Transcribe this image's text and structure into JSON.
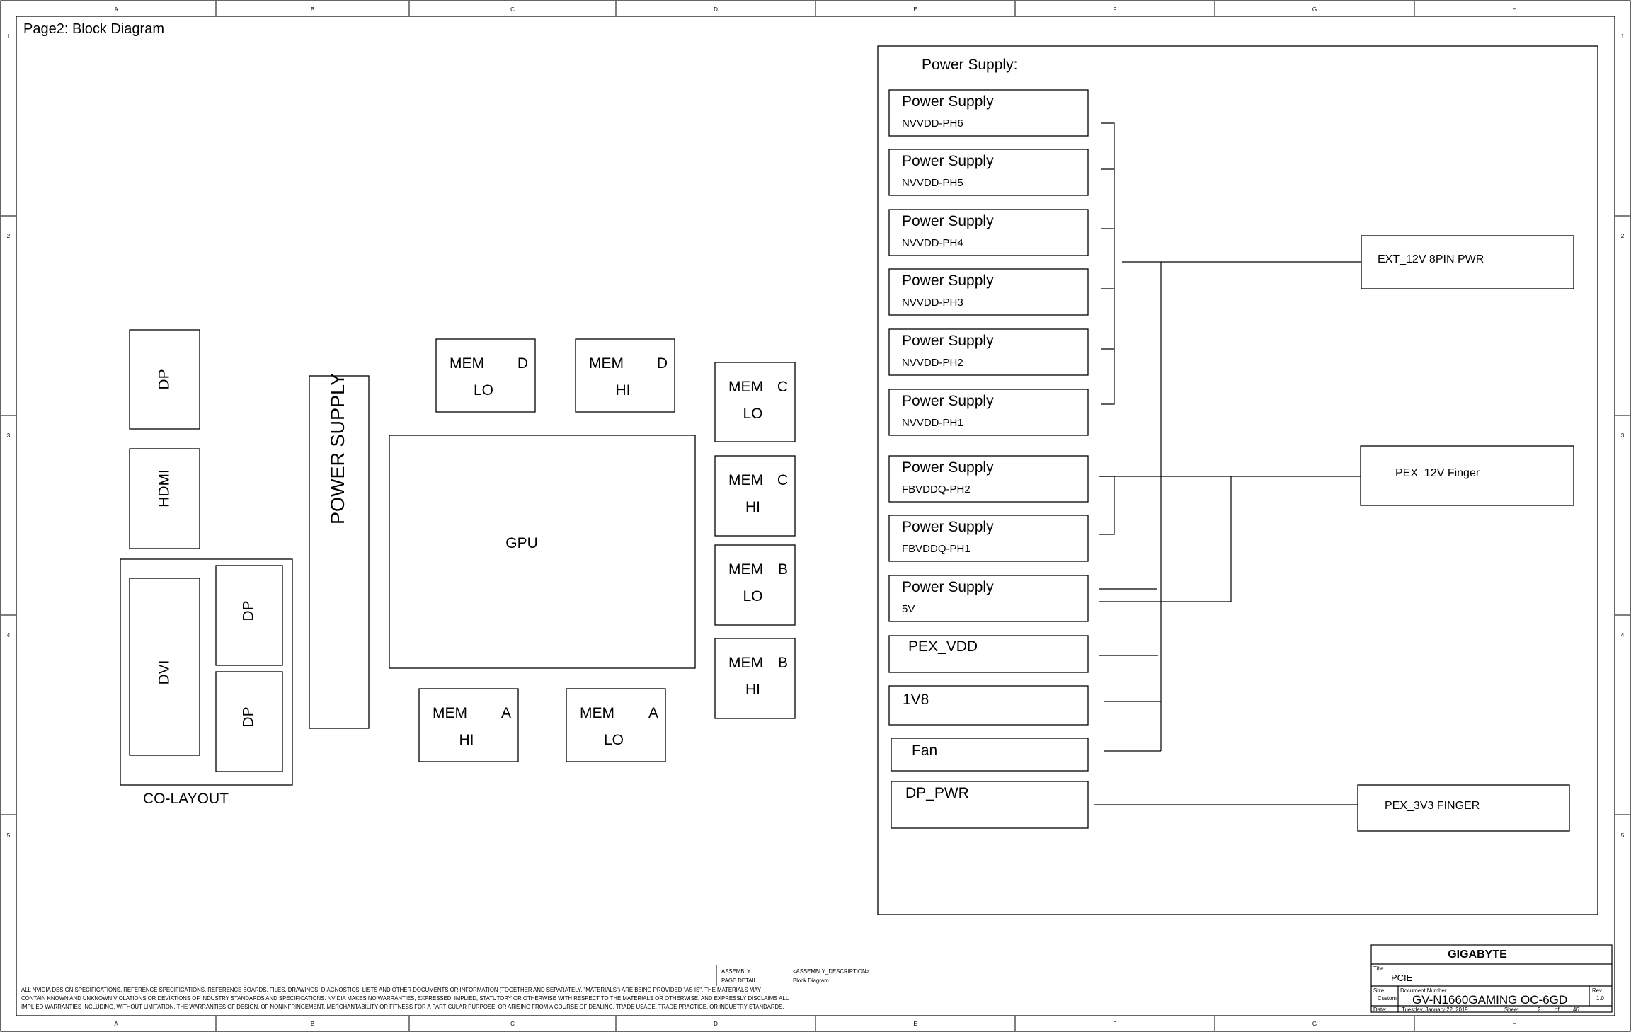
{
  "page_title": "Page2: Block Diagram",
  "border": {
    "cols": [
      "A",
      "B",
      "C",
      "D",
      "E",
      "F",
      "G",
      "H"
    ],
    "rows": [
      "1",
      "2",
      "3",
      "4",
      "5"
    ]
  },
  "outputs": {
    "dp_top": "DP",
    "hdmi": "HDMI",
    "dvi": "DVI",
    "dp_mid": "DP",
    "dp_bottom": "DP",
    "co_layout": "CO-LAYOUT"
  },
  "power_supply_vertical": "POWER SUPPLY",
  "gpu": "GPU",
  "memory": [
    {
      "id": "mem-d-lo",
      "mem": "MEM",
      "ch": "D",
      "pos": "LO"
    },
    {
      "id": "mem-d-hi",
      "mem": "MEM",
      "ch": "D",
      "pos": "HI"
    },
    {
      "id": "mem-c-lo",
      "mem": "MEM",
      "ch": "C",
      "pos": "LO"
    },
    {
      "id": "mem-c-hi",
      "mem": "MEM",
      "ch": "C",
      "pos": "HI"
    },
    {
      "id": "mem-b-lo",
      "mem": "MEM",
      "ch": "B",
      "pos": "LO"
    },
    {
      "id": "mem-b-hi",
      "mem": "MEM",
      "ch": "B",
      "pos": "HI"
    },
    {
      "id": "mem-a-hi",
      "mem": "MEM",
      "ch": "A",
      "pos": "HI"
    },
    {
      "id": "mem-a-lo",
      "mem": "MEM",
      "ch": "A",
      "pos": "LO"
    }
  ],
  "power_panel": {
    "title": "Power Supply:",
    "supplies": [
      {
        "title": "Power Supply",
        "sub": "NVVDD-PH6"
      },
      {
        "title": "Power Supply",
        "sub": "NVVDD-PH5"
      },
      {
        "title": "Power Supply",
        "sub": "NVVDD-PH4"
      },
      {
        "title": "Power Supply",
        "sub": "NVVDD-PH3"
      },
      {
        "title": "Power Supply",
        "sub": "NVVDD-PH2"
      },
      {
        "title": "Power Supply",
        "sub": "NVVDD-PH1"
      },
      {
        "title": "Power Supply",
        "sub": "FBVDDQ-PH2"
      },
      {
        "title": "Power Supply",
        "sub": "FBVDDQ-PH1"
      },
      {
        "title": "Power Supply",
        "sub": "5V"
      }
    ],
    "pex_vdd": "PEX_VDD",
    "v1v8": "1V8",
    "fan": "Fan",
    "dp_pwr": "DP_PWR",
    "ext_12v": "EXT_12V 8PIN PWR",
    "pex_12v": "PEX_12V Finger",
    "pex_3v3": "PEX_3V3 FINGER"
  },
  "footer": {
    "disclaimer": [
      "ALL NVIDIA DESIGN SPECIFICATIONS, REFERENCE SPECIFICATIONS, REFERENCE BOARDS, FILES, DRAWINGS, DIAGNOSTICS, LISTS AND OTHER DOCUMENTS OR INFORMATION (TOGETHER AND SEPARATELY, \"MATERIALS\") ARE BEING PROVIDED \"AS IS\". THE MATERIALS MAY",
      "CONTAIN KNOWN AND UNKNOWN VIOLATIONS OR DEVIATIONS OF INDUSTRY STANDARDS AND SPECIFICATIONS. NVIDIA MAKES NO WARRANTIES, EXPRESSED, IMPLIED, STATUTORY OR OTHERWISE WITH RESPECT TO THE MATERIALS OR OTHERWISE, AND EXPRESSLY DISCLAIMS ALL",
      "IMPLIED WARRANTIES INCLUDING, WITHOUT LIMITATION, THE WARRANTIES OF DESIGN, OF NONINFRINGEMENT, MERCHANTABILITY OR FITNESS FOR A PARTICULAR PURPOSE, OR ARISING FROM A COURSE OF DEALING, TRADE USAGE, TRADE PRACTICE, OR INDUSTRY STANDARDS."
    ],
    "assembly_label": "ASSEMBLY",
    "page_detail_label": "PAGE DETAIL",
    "assembly_value": "<ASSEMBLY_DESCRIPTION>",
    "page_detail_value": "Block Diagram",
    "company": "GIGABYTE",
    "title_label": "Title",
    "title_value": "PCIE",
    "size_label": "Size",
    "size_value": "Custom",
    "doc_label": "Document Number",
    "doc_value": "GV-N1660GAMING OC-6GD",
    "rev_label": "Rev",
    "rev_value": "1.0",
    "date_label": "Date:",
    "date_value": "Tuesday, January 22, 2019",
    "sheet_label": "Sheet",
    "sheet_value": "2",
    "of_label": "of",
    "of_value": "46"
  }
}
